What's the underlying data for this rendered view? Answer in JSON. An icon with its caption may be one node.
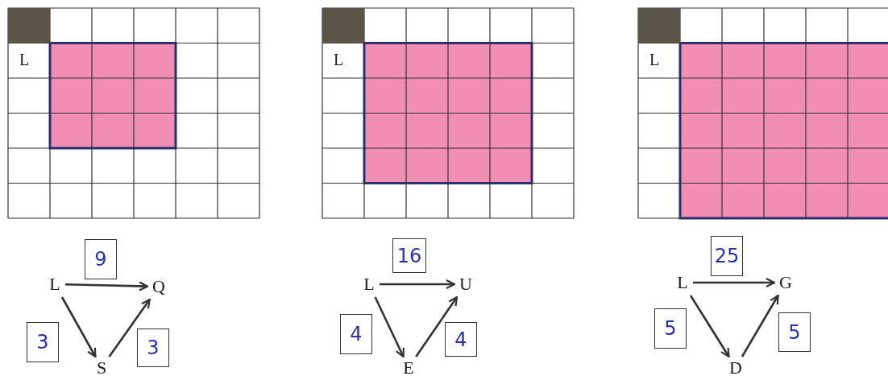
{
  "diagram": {
    "nodes": [
      {
        "text": [
          "L"
        ]
      },
      {
        "text": [
          "Q"
        ]
      },
      {
        "text": [
          "S"
        ]
      },
      {
        "text": [
          "9"
        ]
      },
      {
        "text": [
          "3"
        ]
      },
      {
        "text": [
          "3"
        ]
      },
      {
        "text": [
          "L"
        ]
      },
      {
        "text": [
          "U"
        ]
      },
      {
        "text": [
          "E"
        ]
      },
      {
        "text": [
          "16"
        ]
      },
      {
        "text": [
          "4"
        ]
      },
      {
        "text": [
          "4"
        ]
      },
      {
        "text": [
          "L"
        ]
      },
      {
        "text": [
          "G"
        ]
      },
      {
        "text": [
          "D"
        ]
      },
      {
        "text": [
          "25"
        ]
      },
      {
        "text": [
          "5"
        ]
      },
      {
        "text": [
          "5"
        ]
      }
    ],
    "edges": [
      {
        "from": 0,
        "to": 1,
        "arrow": "to"
      },
      {
        "from": 0,
        "to": 2,
        "arrow": "to"
      },
      {
        "from": 2,
        "to": 1,
        "arrow": "to"
      },
      {
        "from": 6,
        "to": 7,
        "arrow": "to"
      },
      {
        "from": 6,
        "to": 8,
        "arrow": "to"
      },
      {
        "from": 8,
        "to": 7,
        "arrow": "to"
      },
      {
        "from": 12,
        "to": 13,
        "arrow": "to"
      },
      {
        "from": 12,
        "to": 14,
        "arrow": "to"
      },
      {
        "from": 14,
        "to": 13,
        "arrow": "to"
      }
    ],
    "labels": [
      "L",
      "L",
      "L"
    ]
  }
}
